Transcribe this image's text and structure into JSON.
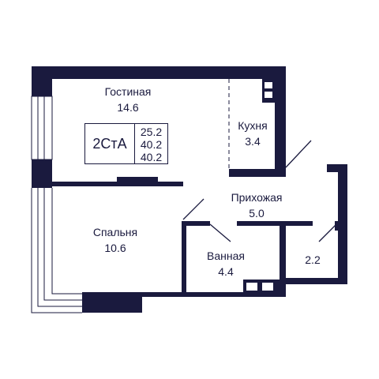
{
  "plan": {
    "wall_color": "#1a1a3e",
    "apartment_type": "2СтА",
    "areas": [
      "25.2",
      "40.2",
      "40.2"
    ],
    "rooms": [
      {
        "id": "living",
        "name": "Гостиная",
        "area": "14.6"
      },
      {
        "id": "kitchen",
        "name": "Кухня",
        "area": "3.4"
      },
      {
        "id": "hallway",
        "name": "Прихожая",
        "area": "5.0"
      },
      {
        "id": "bedroom",
        "name": "Спальня",
        "area": "10.6"
      },
      {
        "id": "bathroom",
        "name": "Ванная",
        "area": "4.4"
      },
      {
        "id": "storage",
        "name": "",
        "area": "2.2"
      }
    ]
  }
}
